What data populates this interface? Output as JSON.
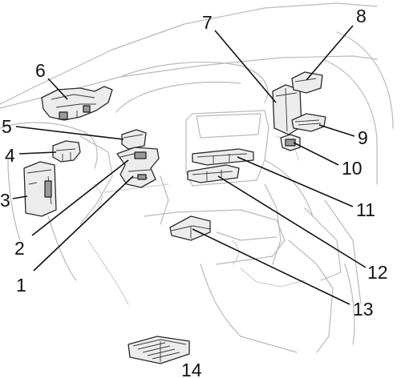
{
  "callouts": [
    {
      "id": "1",
      "label": "1"
    },
    {
      "id": "2",
      "label": "2"
    },
    {
      "id": "3",
      "label": "3"
    },
    {
      "id": "4",
      "label": "4"
    },
    {
      "id": "5",
      "label": "5"
    },
    {
      "id": "6",
      "label": "6"
    },
    {
      "id": "7",
      "label": "7"
    },
    {
      "id": "8",
      "label": "8"
    },
    {
      "id": "9",
      "label": "9"
    },
    {
      "id": "10",
      "label": "10"
    },
    {
      "id": "11",
      "label": "11"
    },
    {
      "id": "12",
      "label": "12"
    },
    {
      "id": "13",
      "label": "13"
    },
    {
      "id": "14",
      "label": "14"
    }
  ],
  "colors": {
    "line": "#111111",
    "car_outline": "#b9b9b9",
    "part_fill": "#ececec"
  }
}
